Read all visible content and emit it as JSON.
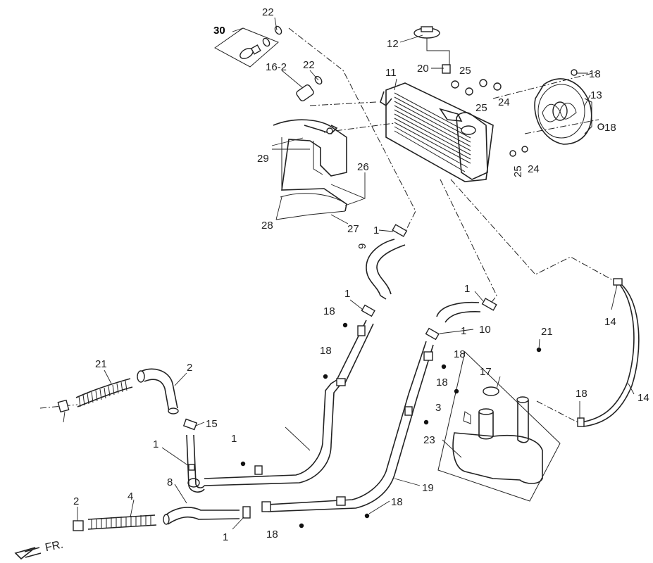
{
  "diagram": {
    "direction_label": "FR.",
    "callouts": [
      "30",
      "22",
      "16-2",
      "22",
      "12",
      "20",
      "25",
      "11",
      "18",
      "13",
      "25",
      "24",
      "18",
      "29",
      "26",
      "25",
      "24",
      "28",
      "27",
      "1",
      "9",
      "14",
      "1",
      "10",
      "1",
      "18",
      "1",
      "21",
      "18",
      "18",
      "17",
      "18",
      "21",
      "2",
      "3",
      "18",
      "14",
      "15",
      "1",
      "23",
      "19",
      "8",
      "4",
      "2",
      "1",
      "18",
      "1",
      "18"
    ]
  }
}
